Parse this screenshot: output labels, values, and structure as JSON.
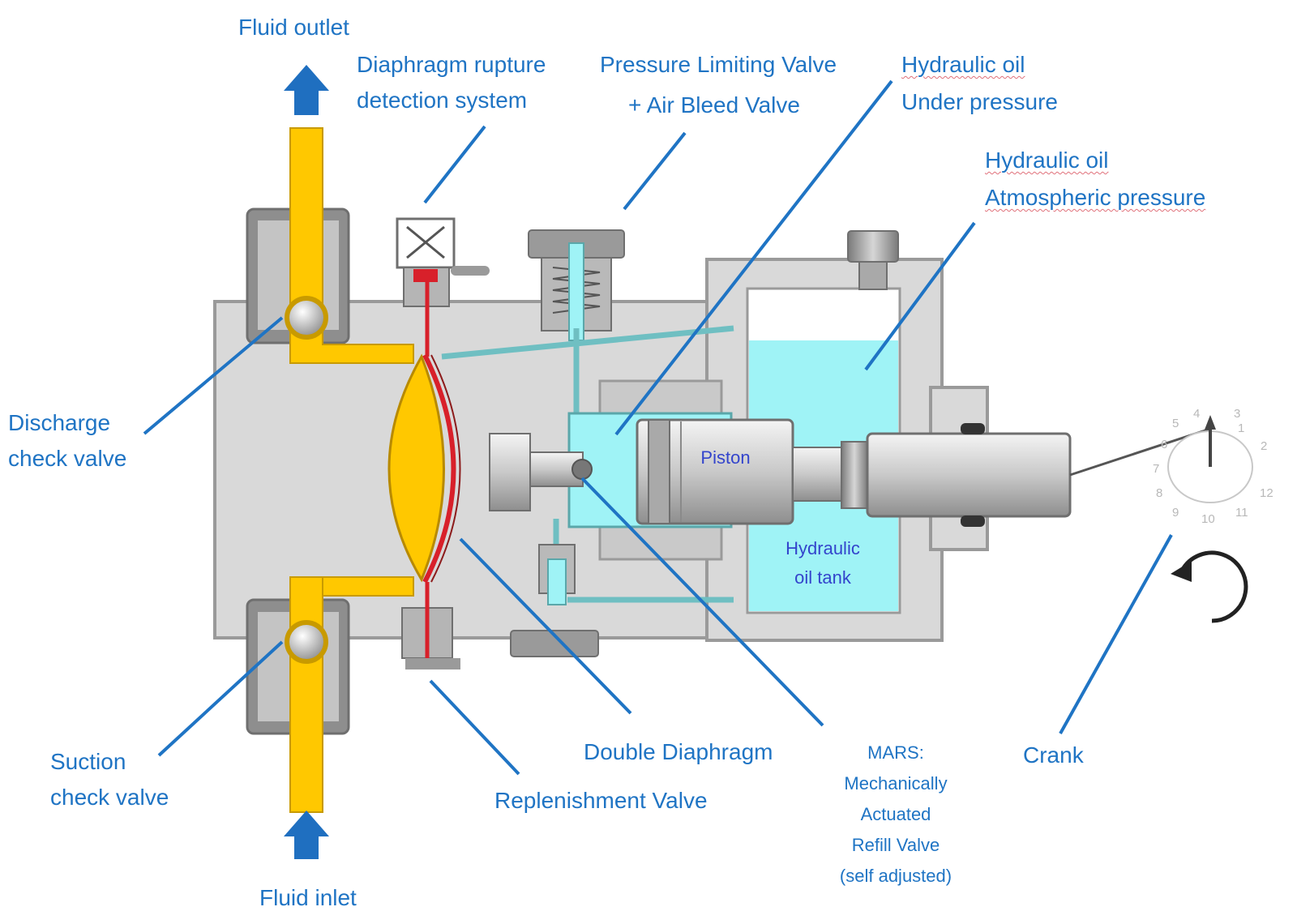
{
  "labels": {
    "fluid_outlet": "Fluid outlet",
    "diaphragm_rupture_1": "Diaphragm rupture",
    "diaphragm_rupture_2": "detection system",
    "pressure_limiting_1": "Pressure Limiting Valve",
    "pressure_limiting_2": "+ Air Bleed Valve",
    "hyd_oil_under_1": "Hydraulic oil",
    "hyd_oil_under_2": "Under pressure",
    "hyd_oil_atm_1": "Hydraulic oil",
    "hyd_oil_atm_2": "Atmospheric pressure",
    "discharge_1": "Discharge",
    "discharge_2": "check valve",
    "suction_1": "Suction",
    "suction_2": "check valve",
    "double_diaphragm": "Double Diaphragm",
    "replenishment": "Replenishment Valve",
    "mars_1": "MARS:",
    "mars_2": "Mechanically",
    "mars_3": "Actuated",
    "mars_4": "Refill Valve",
    "mars_5": "(self adjusted)",
    "crank": "Crank",
    "fluid_inlet": "Fluid inlet"
  },
  "parts": {
    "piston": "Piston",
    "tank_1": "Hydraulic",
    "tank_2": "oil tank"
  },
  "dial_numbers": [
    "1",
    "2",
    "3",
    "4",
    "5",
    "6",
    "7",
    "8",
    "9",
    "10",
    "11",
    "12"
  ],
  "colors": {
    "label": "#1f74c4",
    "process_fluid": "#ffc800",
    "hydraulic_oil": "#9ff3f6",
    "body": "#d9d9d9",
    "diaphragm": "#d8202a"
  }
}
